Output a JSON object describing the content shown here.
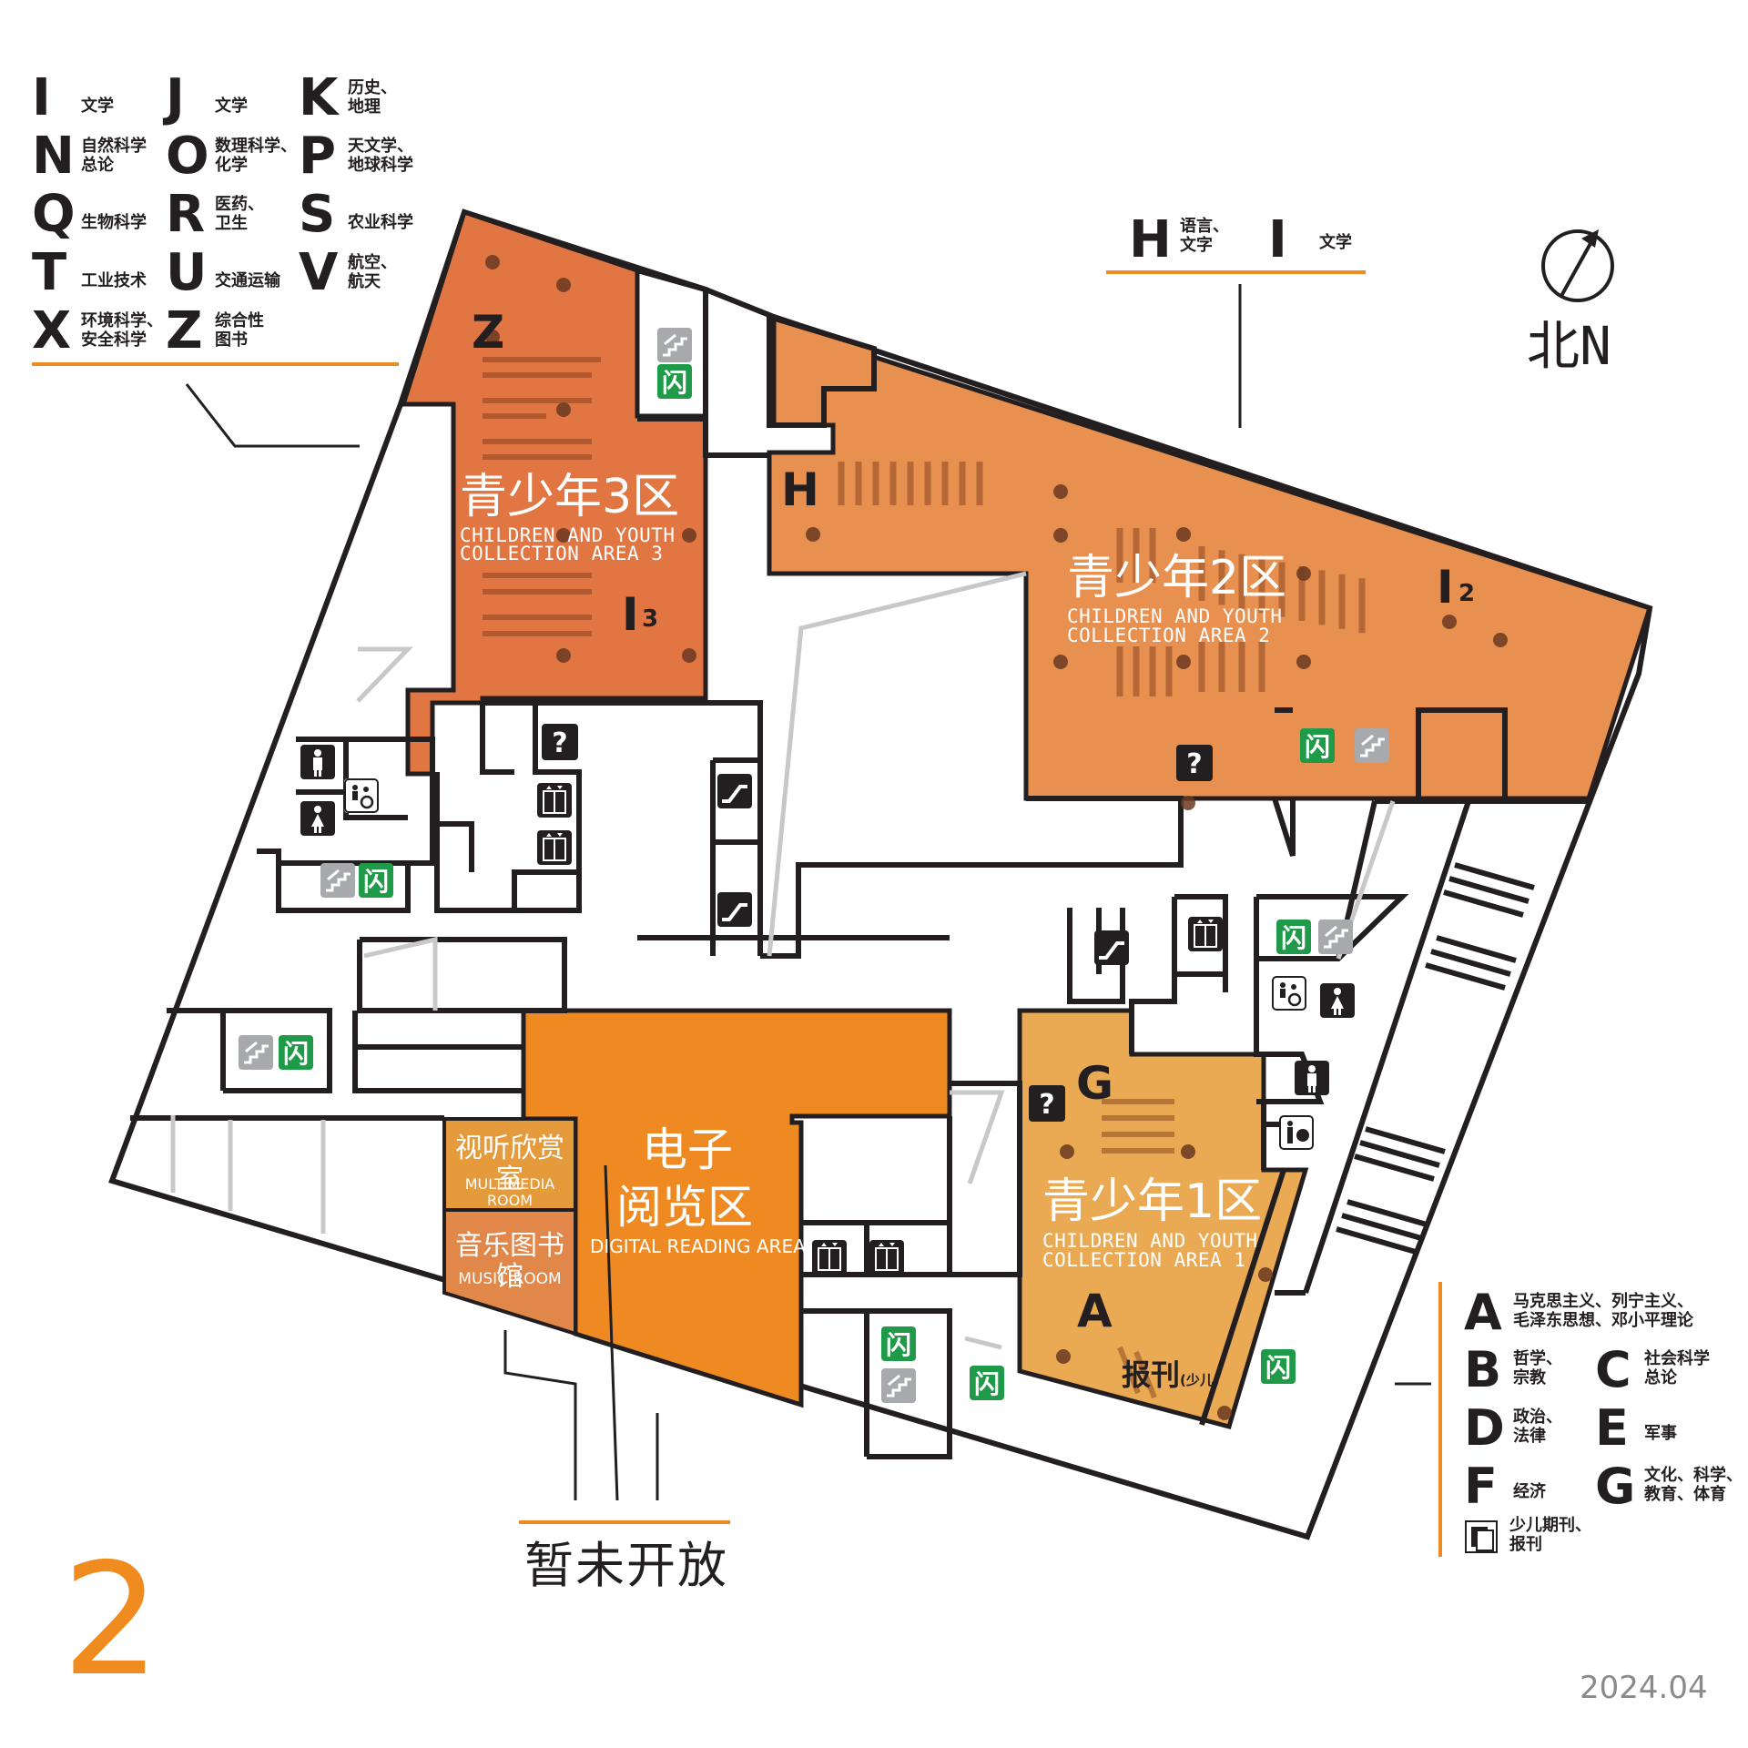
{
  "colors": {
    "zone3": "#e27643",
    "zone2": "#e8904f",
    "zone1": "#e9aa53",
    "digital": "#ef8a22",
    "multimedia": "#e59a3b",
    "music": "#e2874a",
    "accent_line": "#ef8a22",
    "wall": "#231f20",
    "exit_green": "#1f9a48",
    "gray_icon": "#a7a9ac",
    "floor_number": "#f08c1f",
    "date": "#8a8a8a"
  },
  "classification_legend": [
    {
      "letter": "I",
      "desc": [
        "文学"
      ]
    },
    {
      "letter": "J",
      "desc": [
        "文学"
      ]
    },
    {
      "letter": "K",
      "desc": [
        "历史、",
        "地理"
      ]
    },
    {
      "letter": "N",
      "desc": [
        "自然科学",
        "总论"
      ]
    },
    {
      "letter": "O",
      "desc": [
        "数理科学、",
        "化学"
      ]
    },
    {
      "letter": "P",
      "desc": [
        "天文学、",
        "地球科学"
      ]
    },
    {
      "letter": "Q",
      "desc": [
        "生物科学"
      ]
    },
    {
      "letter": "R",
      "desc": [
        "医药、",
        "卫生"
      ]
    },
    {
      "letter": "S",
      "desc": [
        "农业科学"
      ]
    },
    {
      "letter": "T",
      "desc": [
        "工业技术"
      ]
    },
    {
      "letter": "U",
      "desc": [
        "交通运输"
      ]
    },
    {
      "letter": "V",
      "desc": [
        "航空、",
        "航天"
      ]
    },
    {
      "letter": "X",
      "desc": [
        "环境科学、",
        "安全科学"
      ]
    },
    {
      "letter": "Z",
      "desc": [
        "综合性",
        "图书"
      ]
    }
  ],
  "hi_legend": [
    {
      "letter": "H",
      "desc": [
        "语言、",
        "文字"
      ]
    },
    {
      "letter": "I",
      "desc": [
        "文学"
      ]
    }
  ],
  "compass": {
    "label": "北N",
    "icon": "north-arrow-icon"
  },
  "zones": {
    "zone3": {
      "cn": "青少年3区",
      "en1": "CHILDREN AND YOUTH",
      "en2": "COLLECTION AREA 3"
    },
    "zone2": {
      "cn": "青少年2区",
      "en1": "CHILDREN AND YOUTH",
      "en2": "COLLECTION AREA 2"
    },
    "zone1": {
      "cn": "青少年1区",
      "en1": "CHILDREN AND YOUTH",
      "en2": "COLLECTION AREA 1"
    },
    "digital": {
      "cn1": "电子",
      "cn2": "阅览区",
      "en": "DIGITAL READING AREA"
    },
    "multimedia": {
      "cn": "视听欣赏室",
      "en": "MULTIMEDIA ROOM"
    },
    "music": {
      "cn": "音乐图书馆",
      "en": "MUSIC ROOM"
    }
  },
  "shelf_letters": {
    "z": "Z",
    "i3": "I",
    "i3_sub": "3",
    "h": "H",
    "i2": "I",
    "i2_sub": "2",
    "g": "G",
    "a": "A"
  },
  "newspaper": {
    "main": "报刊",
    "sub": "(少儿)"
  },
  "closed_label": "暂未开放",
  "floor_number": "2",
  "date": "2024.04",
  "right_legend": [
    {
      "letter": "A",
      "desc": [
        "马克思主义、列宁主义、",
        "毛泽东思想、邓小平理论"
      ]
    },
    {
      "letter": "B",
      "desc": [
        "哲学、",
        "宗教"
      ]
    },
    {
      "letter": "C",
      "desc": [
        "社会科学",
        "总论"
      ]
    },
    {
      "letter": "D",
      "desc": [
        "政治、",
        "法律"
      ]
    },
    {
      "letter": "E",
      "desc": [
        "军事"
      ]
    },
    {
      "letter": "F",
      "desc": [
        "经济"
      ]
    },
    {
      "letter": "G",
      "desc": [
        "文化、科学、",
        "教育、体育"
      ]
    }
  ],
  "periodical_legend": {
    "icon": "periodical-icon",
    "desc": [
      "少儿期刊、",
      "报刊"
    ]
  },
  "icons": {
    "exit": "exit-sign-icon",
    "stairs": "stairs-icon",
    "elevator": "elevator-icon",
    "escalator": "escalator-icon",
    "help": "help-desk-icon",
    "male": "male-restroom-icon",
    "female": "female-restroom-icon",
    "accessible": "accessible-restroom-icon",
    "baby": "baby-care-icon",
    "exit_char": "闪"
  }
}
